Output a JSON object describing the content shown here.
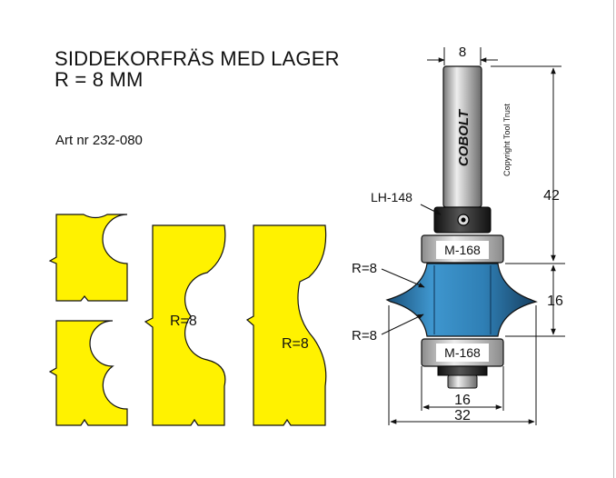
{
  "title": {
    "line1": "SIDDEKORFRÄS MED LAGER",
    "line2": "R = 8 MM"
  },
  "article_number": "Art nr 232-080",
  "profiles": {
    "left_radius_label": "R=8",
    "right_radius_label": "R=8"
  },
  "tool": {
    "brand": "COBOLT",
    "copyright": "Copyright Tool Trust",
    "top_nut_label": "LH-148",
    "upper_bearing_label": "M-168",
    "lower_bearing_label": "M-168",
    "upper_radius_label": "R=8",
    "lower_radius_label": "R=8"
  },
  "dimensions": {
    "shank_diameter": "8",
    "shank_length": "42",
    "cutting_height": "16",
    "lower_diameter": "16",
    "overall_diameter": "32"
  },
  "colors": {
    "profile_fill": "#fff200",
    "cutter_blue": "#2f7fb5",
    "shank_gray": "#b0b0b0",
    "bearing_gray": "#c8c8c8",
    "nut_dark": "#222222"
  }
}
